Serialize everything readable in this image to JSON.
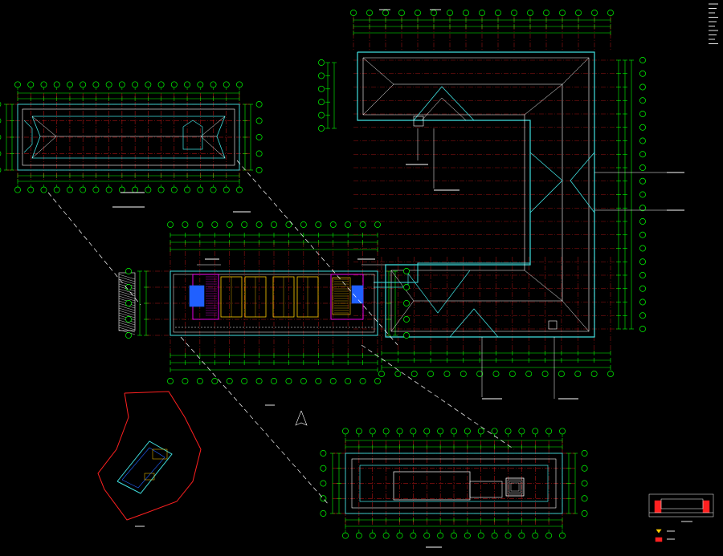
{
  "canvas": {
    "background": "#000000"
  },
  "colors": {
    "dimension": "#00ff00",
    "axis": "#ff2020",
    "wall": "#40e0e0",
    "text": "#ffffff",
    "room": "#ff00ff",
    "stair": "#ffcc00",
    "fixture": "#2060ff",
    "site": "#ff2020"
  },
  "drawing": {
    "views": [
      {
        "name": "roof-plan-top-left"
      },
      {
        "name": "roof-plan-l-shape"
      },
      {
        "name": "floor-plan-center"
      },
      {
        "name": "roof-plan-bottom"
      },
      {
        "name": "site-plan"
      },
      {
        "name": "section-detail"
      }
    ],
    "legend_rows": 10
  }
}
